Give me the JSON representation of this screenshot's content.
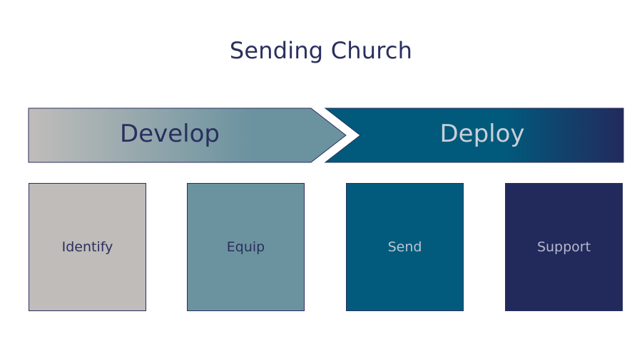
{
  "title": "Sending Church",
  "phases": [
    {
      "label": "Develop"
    },
    {
      "label": "Deploy"
    }
  ],
  "steps": [
    {
      "label": "Identify"
    },
    {
      "label": "Equip"
    },
    {
      "label": "Send"
    },
    {
      "label": "Support"
    }
  ],
  "colors": {
    "title_text": "#2a2f5e",
    "develop_gradient_start": "#c0bdba",
    "develop_gradient_end": "#6b939f",
    "deploy_gradient_start": "#015a7c",
    "deploy_gradient_end": "#222a5c",
    "identify": "#bfbcb9",
    "equip": "#6b939f",
    "send": "#025b7d",
    "support": "#222a5c"
  }
}
